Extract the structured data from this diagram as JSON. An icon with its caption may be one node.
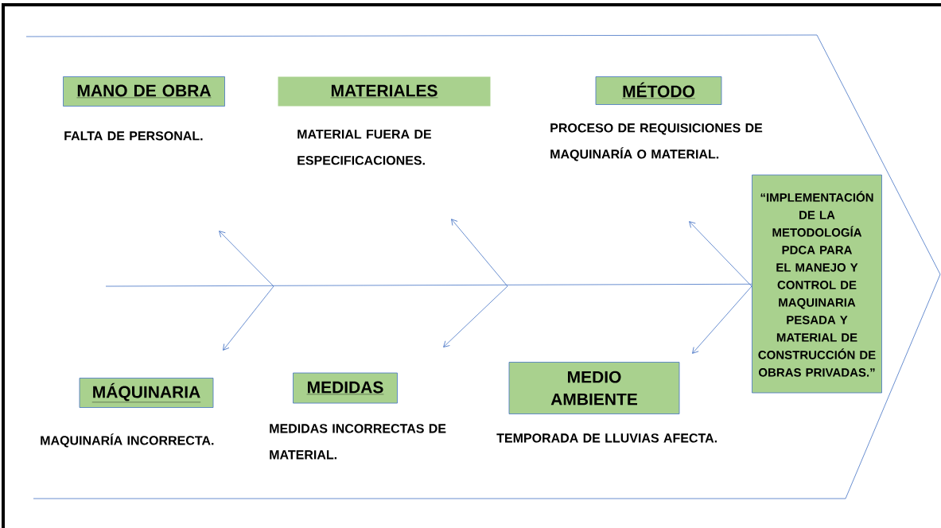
{
  "diagram": {
    "nodes": [
      {
        "text": [
          "MANO DE OBRA"
        ],
        "beside": [
          "FALTA DE PERSONAL."
        ]
      },
      {
        "text": [
          "MATERIALES"
        ],
        "beside": [
          "MATERIAL FUERA DE ESPECIFICACIONES."
        ]
      },
      {
        "text": [
          "MÉTODO"
        ],
        "beside": [
          "PROCESO DE REQUISICIONES DE MAQUINARÍA O MATERIAL."
        ]
      },
      {
        "text": [
          "“IMPLEMENTACIÓN DE LA METODOLOGÍA PDCA PARA EL MANEJO Y CONTROL DE MAQUINARIA PESADA Y MATERIAL DE CONSTRUCCIÓN DE OBRAS PRIVADAS.”"
        ]
      },
      {
        "text": [
          "MÁQUINARIA"
        ],
        "beside": [
          "MAQUINARÍA INCORRECTA."
        ]
      },
      {
        "text": [
          "MEDIDAS"
        ],
        "beside": [
          "MEDIDAS INCORRECTAS DE MATERIAL."
        ]
      },
      {
        "text": [
          "MEDIO AMBIENTE"
        ],
        "beside": [
          "TEMPORADA DE LLUVIAS AFECTA."
        ]
      }
    ],
    "edges": [
      {
        "from": null,
        "to": 3,
        "arrow": "none"
      }
    ]
  }
}
